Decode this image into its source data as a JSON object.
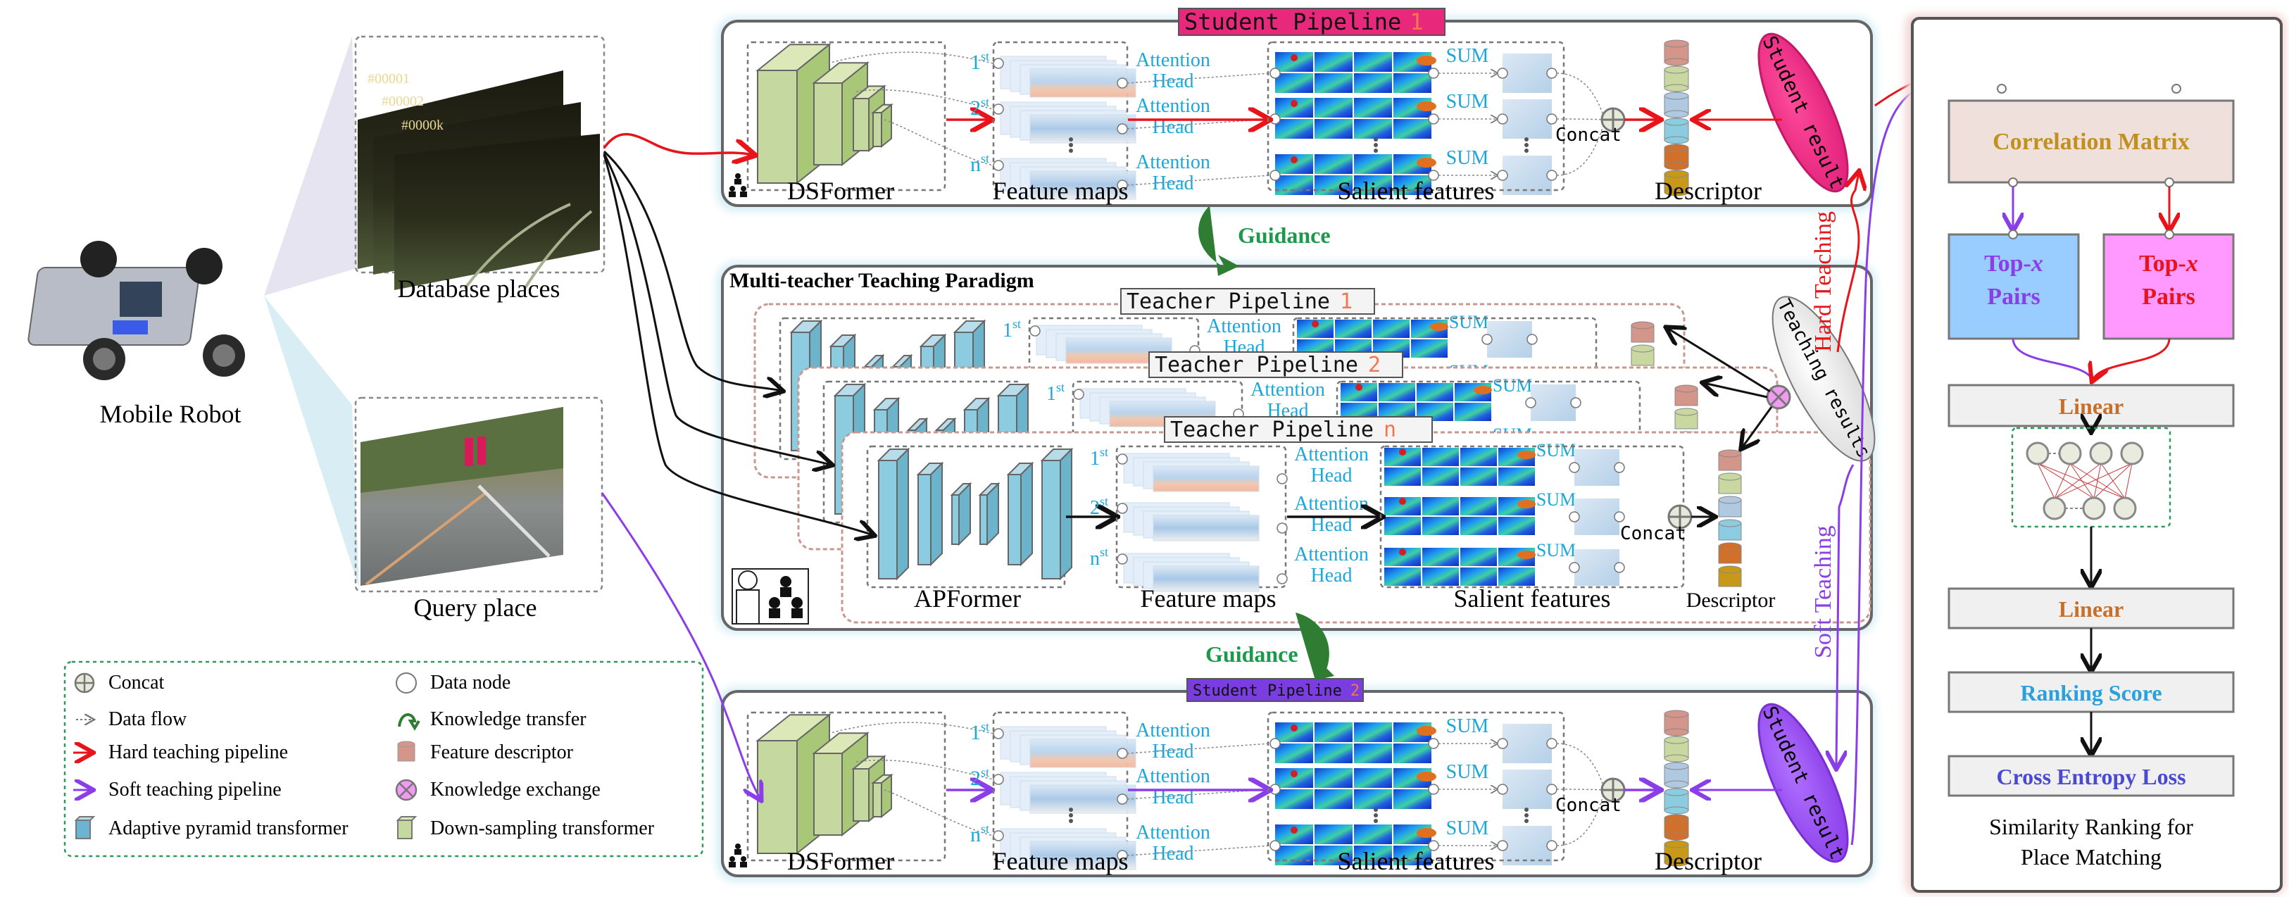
{
  "left": {
    "robot_label": "Mobile Robot",
    "database_label": "Database places",
    "database_frames": [
      "#00001",
      "#00002",
      "#0000k"
    ],
    "query_label": "Query place"
  },
  "student1": {
    "badge": "Student Pipeline",
    "badge_num": "1",
    "backbone": "DSFormer",
    "feature_maps": "Feature maps",
    "salient": "Salient features",
    "descriptor": "Descriptor",
    "concat": "Concat",
    "sum": "SUM",
    "attention": "Attention",
    "head": "Head",
    "orders": [
      "1",
      "2",
      "n"
    ],
    "order_sup": "st",
    "result": "Student result"
  },
  "guidance_top": "Guidance",
  "guidance_bottom": "Guidance",
  "teachers": {
    "title": "Multi-teacher Teaching Paradigm",
    "badges": [
      {
        "text": "Teacher Pipeline",
        "num": "1"
      },
      {
        "text": "Teacher Pipeline",
        "num": "2"
      },
      {
        "text": "Teacher Pipeline",
        "num": "n"
      }
    ],
    "backbone": "APFormer",
    "feature_maps": "Feature maps",
    "salient": "Salient features",
    "descriptor": "Descriptor",
    "concat": "Concat",
    "sum": "SUM",
    "attention": "Attention",
    "head": "Head",
    "result": "Teaching results"
  },
  "student2": {
    "badge": "Student Pipeline",
    "badge_num": "2",
    "backbone": "DSFormer",
    "feature_maps": "Feature maps",
    "salient": "Salient features",
    "descriptor": "Descriptor",
    "concat": "Concat",
    "sum": "SUM",
    "attention": "Attention",
    "head": "Head",
    "result": "Student result"
  },
  "teaching_labels": {
    "hard": "Hard Teaching",
    "soft": "Soft Teaching"
  },
  "ranking": {
    "correlation": "Correlation Matrix",
    "topx_left_1": "Top-",
    "topx_var": "x",
    "topx_2": "Pairs",
    "linear1": "Linear",
    "linear2": "Linear",
    "ranking_score": "Ranking Score",
    "loss": "Cross Entropy Loss",
    "caption_1": "Similarity Ranking for",
    "caption_2": "Place Matching"
  },
  "legend": [
    {
      "icon": "concat-icon",
      "label": "Concat"
    },
    {
      "icon": "data-node-icon",
      "label": "Data node"
    },
    {
      "icon": "data-flow-icon",
      "label": "Data flow"
    },
    {
      "icon": "knowledge-transfer-icon",
      "label": "Knowledge transfer"
    },
    {
      "icon": "hard-teaching-arrow-icon",
      "label": "Hard teaching pipeline"
    },
    {
      "icon": "feature-descriptor-icon",
      "label": "Feature descriptor"
    },
    {
      "icon": "soft-teaching-arrow-icon",
      "label": "Soft teaching pipeline"
    },
    {
      "icon": "knowledge-exchange-icon",
      "label": "Knowledge exchange"
    },
    {
      "icon": "adaptive-pyramid-transformer-icon",
      "label": "Adaptive pyramid transformer"
    },
    {
      "icon": "down-sampling-transformer-icon",
      "label": "Down-sampling transformer"
    }
  ],
  "colors": {
    "hard": "#e8141a",
    "soft": "#8a3ee8",
    "cyan_text": "#1aa7d9",
    "guidance": "#1a9a4a",
    "student1_badge": "#e8287a",
    "student2_badge": "#7a3ee0",
    "badge_num": "#f07850",
    "correlation_fill": "#f0e0dc",
    "correlation_text": "#c09020",
    "topx_left_fill": "#99ccff",
    "topx_left_text": "#8a3ee8",
    "topx_right_fill": "#ff99ff",
    "topx_right_text": "#e8141a",
    "linear_text": "#c8702a",
    "score_text": "#2aa0dc",
    "loss_text": "#4a4ad0",
    "descriptor": [
      "#d4968a",
      "#c8d8a0",
      "#b0c8e0",
      "#8ccce0",
      "#d0702a",
      "#c89818"
    ]
  }
}
